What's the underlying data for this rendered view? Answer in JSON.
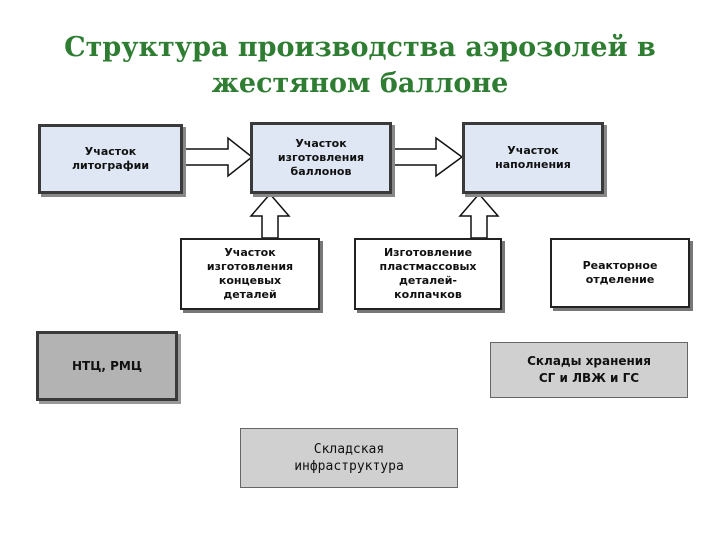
{
  "title": {
    "line1": "Структура производства аэрозолей в",
    "line2": "жестяном баллоне"
  },
  "nodes": {
    "lithography": "Участок\nлитографии",
    "can_making": "Участок\nизготовления\nбаллонов",
    "filling": "Участок\nнаполнения",
    "end_parts": "Участок\nизготовления\nконцевых\nдеталей",
    "plastic_parts": "Изготовление\nпластмассовых\nдеталей-\nколпачков",
    "reactor": "Реакторное\nотделение",
    "ntc": "НТЦ, РМЦ",
    "storage": "Склады хранения\nСГ и ЛВЖ и ГС",
    "infrastructure": "Складская\nинфраструктура"
  }
}
